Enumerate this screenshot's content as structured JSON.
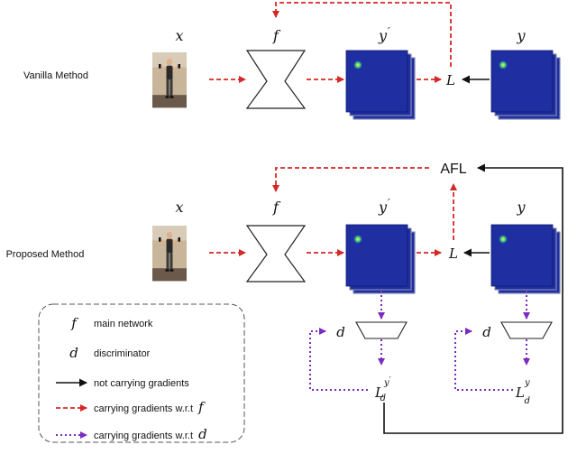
{
  "rows": {
    "vanilla": {
      "label": "Vanilla Method"
    },
    "proposed": {
      "label": "Proposed Method"
    }
  },
  "symbols": {
    "input": "x",
    "network": "f",
    "prediction": "y",
    "prediction_prime": "′",
    "ground_truth": "y",
    "loss": "L",
    "discriminator": "d",
    "adv_loss_base": "L",
    "adv_loss_sub": "d",
    "adv_loss_sup_pred": "y",
    "adv_loss_sup_prime": "′",
    "adv_loss_sup_gt": "y"
  },
  "afl": {
    "label": "AFL"
  },
  "legend": {
    "items": [
      {
        "symbol": "f",
        "text": "main network"
      },
      {
        "symbol": "d",
        "text": "discriminator"
      },
      {
        "line": "solid-black",
        "text": "not carrying gradients",
        "symbol": ""
      },
      {
        "line": "dashed-red",
        "text": "carrying gradients w.r.t",
        "symbol": "f"
      },
      {
        "line": "dotted-purple",
        "text": "carrying gradients w.r.t",
        "symbol": "d"
      }
    ]
  },
  "colors": {
    "heatmap_fill": "#1f2ea0",
    "heatmap_border": "#0e1a6e",
    "red_arrow": "#d62728",
    "purple_arrow": "#7b2cbf",
    "black_arrow": "#111111",
    "photo_bg": "#c9b59a",
    "floor": "#6b5a4c",
    "skin": "#e0b08a",
    "shirt": "#2b2b2b"
  }
}
